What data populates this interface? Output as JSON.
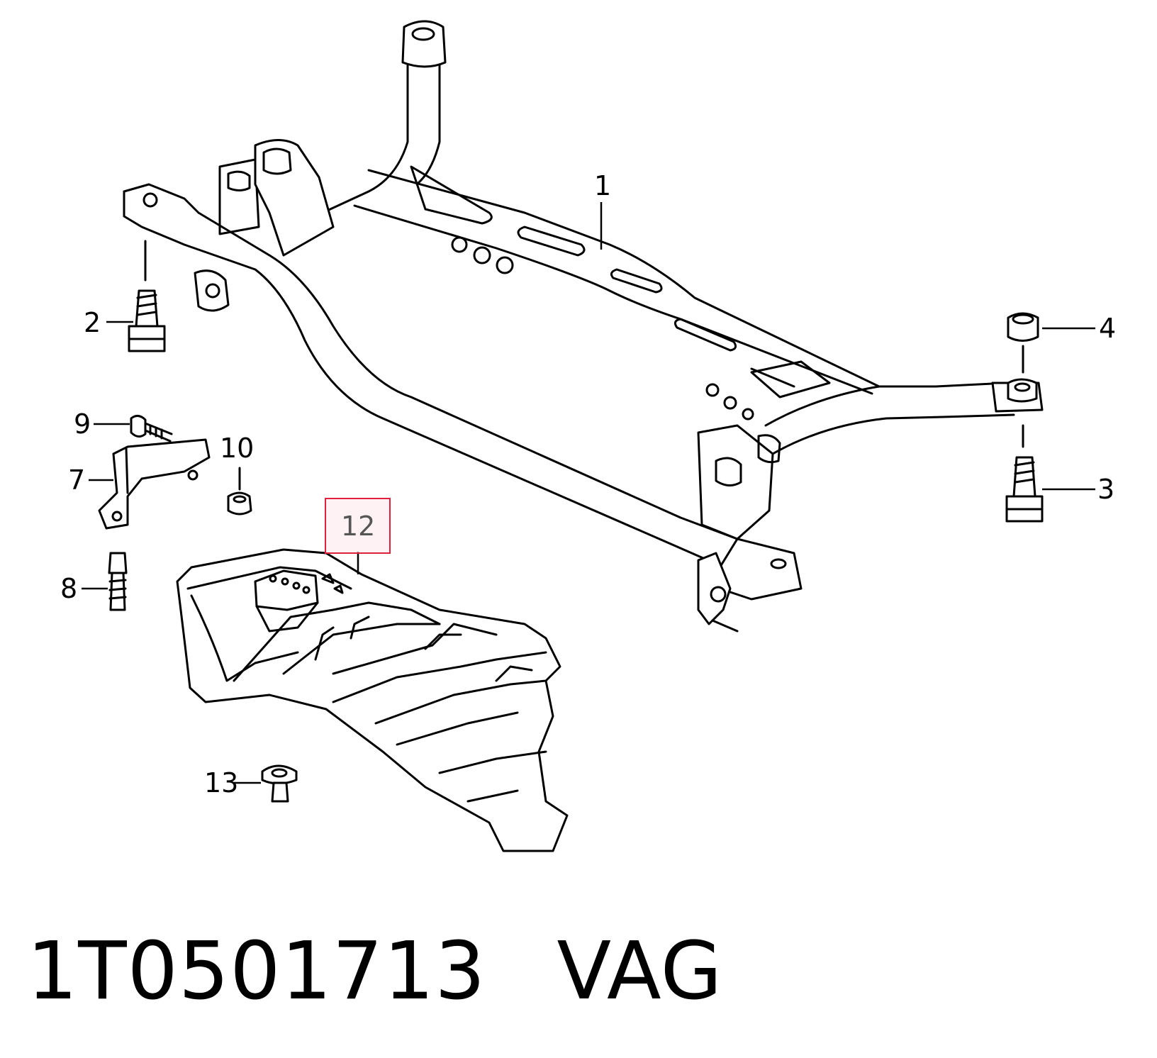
{
  "callouts": {
    "c1": "1",
    "c2": "2",
    "c3": "3",
    "c4": "4",
    "c7": "7",
    "c8": "8",
    "c9": "9",
    "c10": "10",
    "c12": "12",
    "c13": "13"
  },
  "highlight_color": "#e0203c",
  "caption": {
    "part_number": "1T0501713",
    "brand": "VAG"
  }
}
